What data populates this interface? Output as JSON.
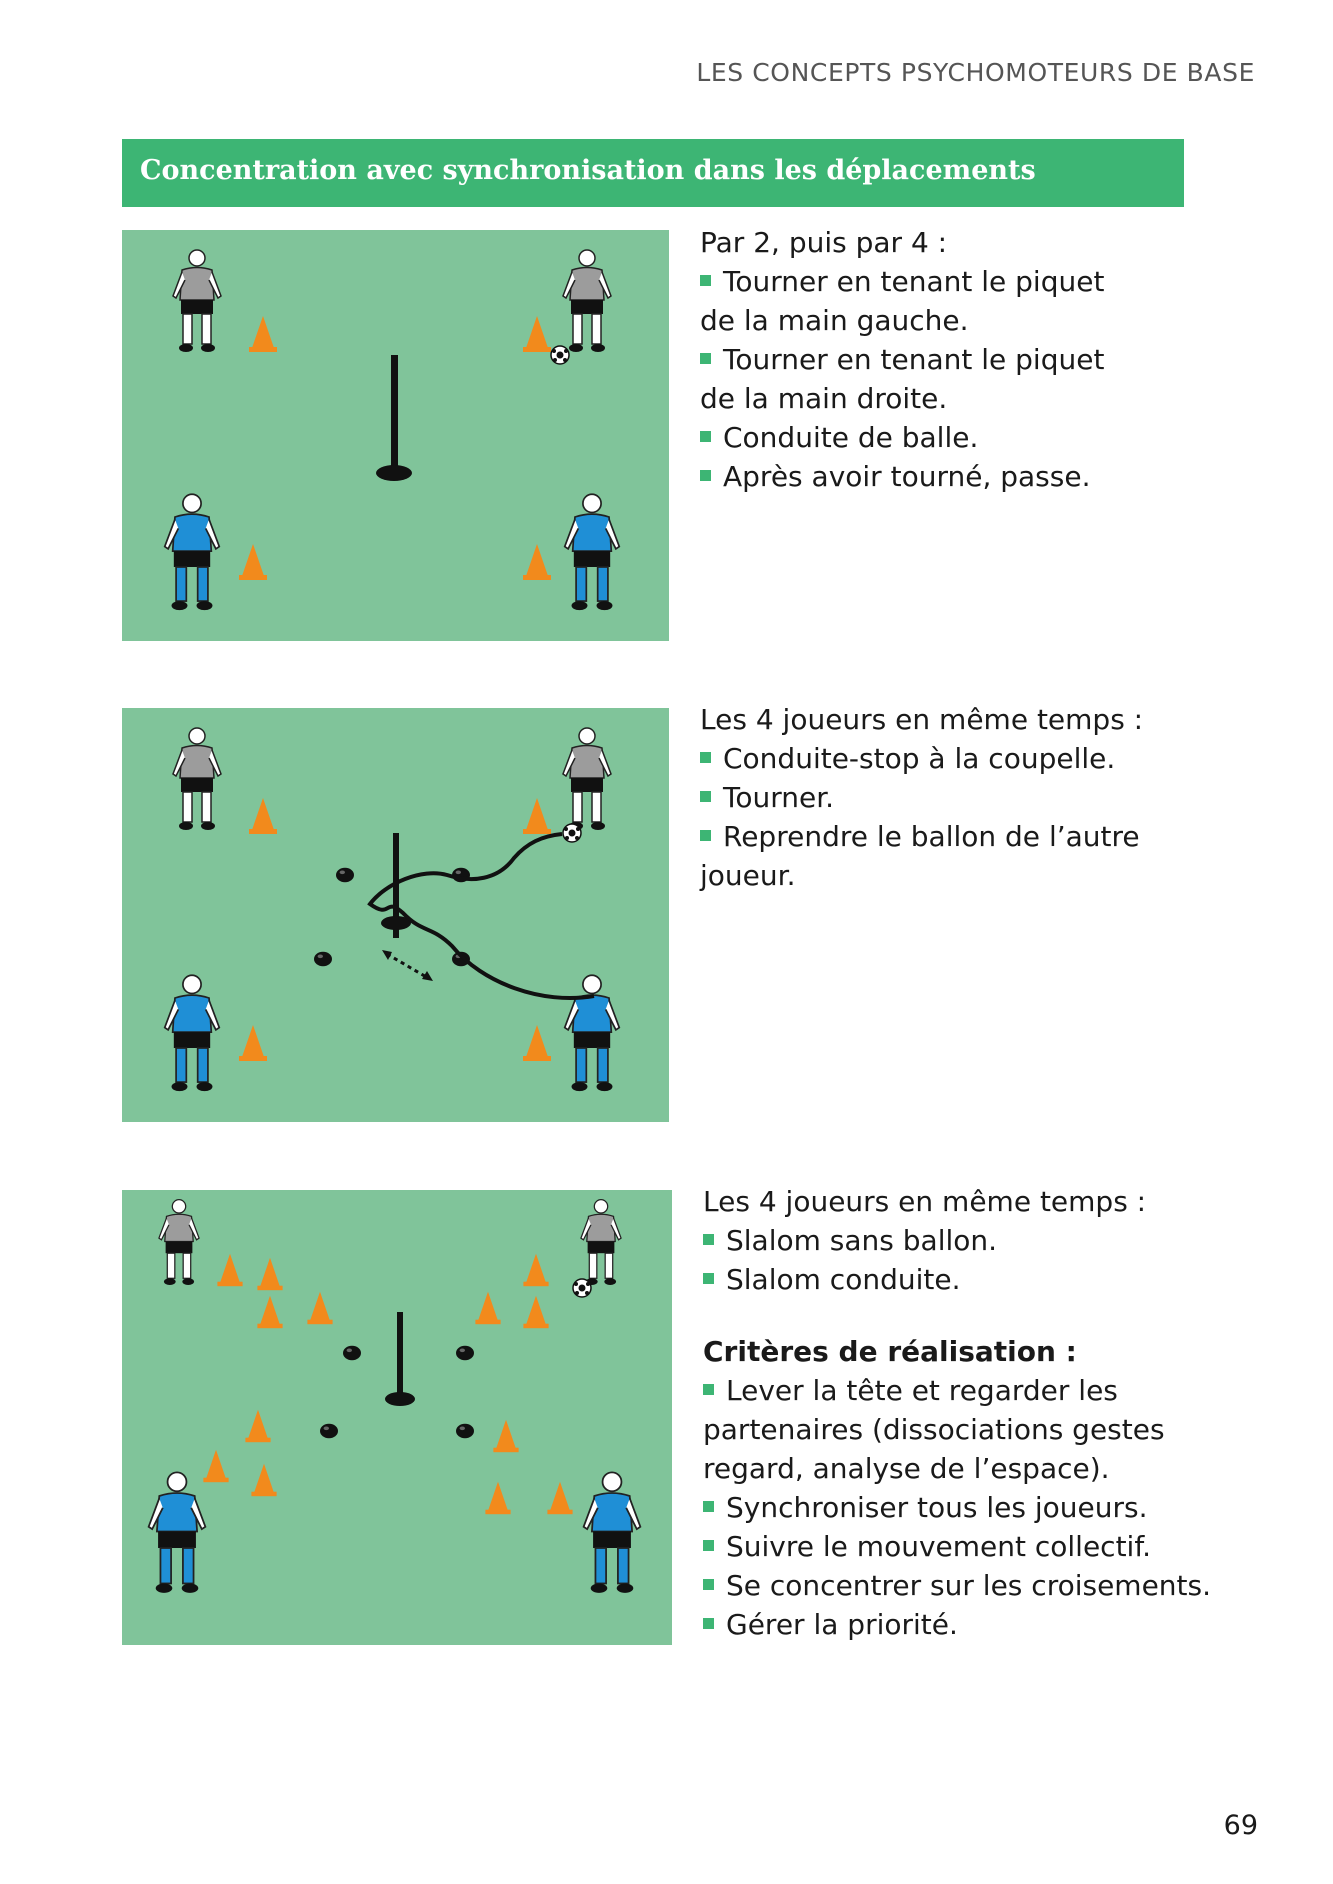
{
  "header": {
    "running_head": "LES CONCEPTS PSYCHOMOTEURS DE BASE"
  },
  "banner": {
    "title": "Concentration avec synchronisation dans les déplacements"
  },
  "sections": [
    {
      "intro": "Par 2, puis par 4 :",
      "items": [
        {
          "text": "Tourner en tenant le piquet",
          "cont": "de la main gauche."
        },
        {
          "text": "Tourner en tenant le piquet",
          "cont": "de la main droite."
        },
        {
          "text": "Conduite de balle."
        },
        {
          "text": "Après avoir tourné, passe."
        }
      ]
    },
    {
      "intro": "Les 4 joueurs en même temps :",
      "items": [
        {
          "text": "Conduite-stop à la coupelle."
        },
        {
          "text": "Tourner."
        },
        {
          "text": "Reprendre le ballon de l’autre",
          "cont": "joueur."
        }
      ]
    },
    {
      "intro": "Les 4 joueurs en même temps :",
      "items": [
        {
          "text": "Slalom sans ballon."
        },
        {
          "text": "Slalom conduite."
        }
      ],
      "criteria_title": "Critères de réalisation :",
      "criteria": [
        {
          "text": "Lever la tête et regarder les",
          "cont": "partenaires (dissociations gestes",
          "cont2": "regard, analyse de l’espace)."
        },
        {
          "text": "Synchroniser tous les joueurs."
        },
        {
          "text": "Suivre le mouvement collectif."
        },
        {
          "text": "Se concentrer sur les croisements."
        },
        {
          "text": "Gérer la priorité."
        }
      ]
    }
  ],
  "footer": {
    "page_number": "69"
  },
  "colors": {
    "banner": "#3db574",
    "field": "#80c49a",
    "cone": "#f28a1c",
    "shirt_grey": "#9c9c9c",
    "shirt_blue": "#1f8fd6"
  }
}
